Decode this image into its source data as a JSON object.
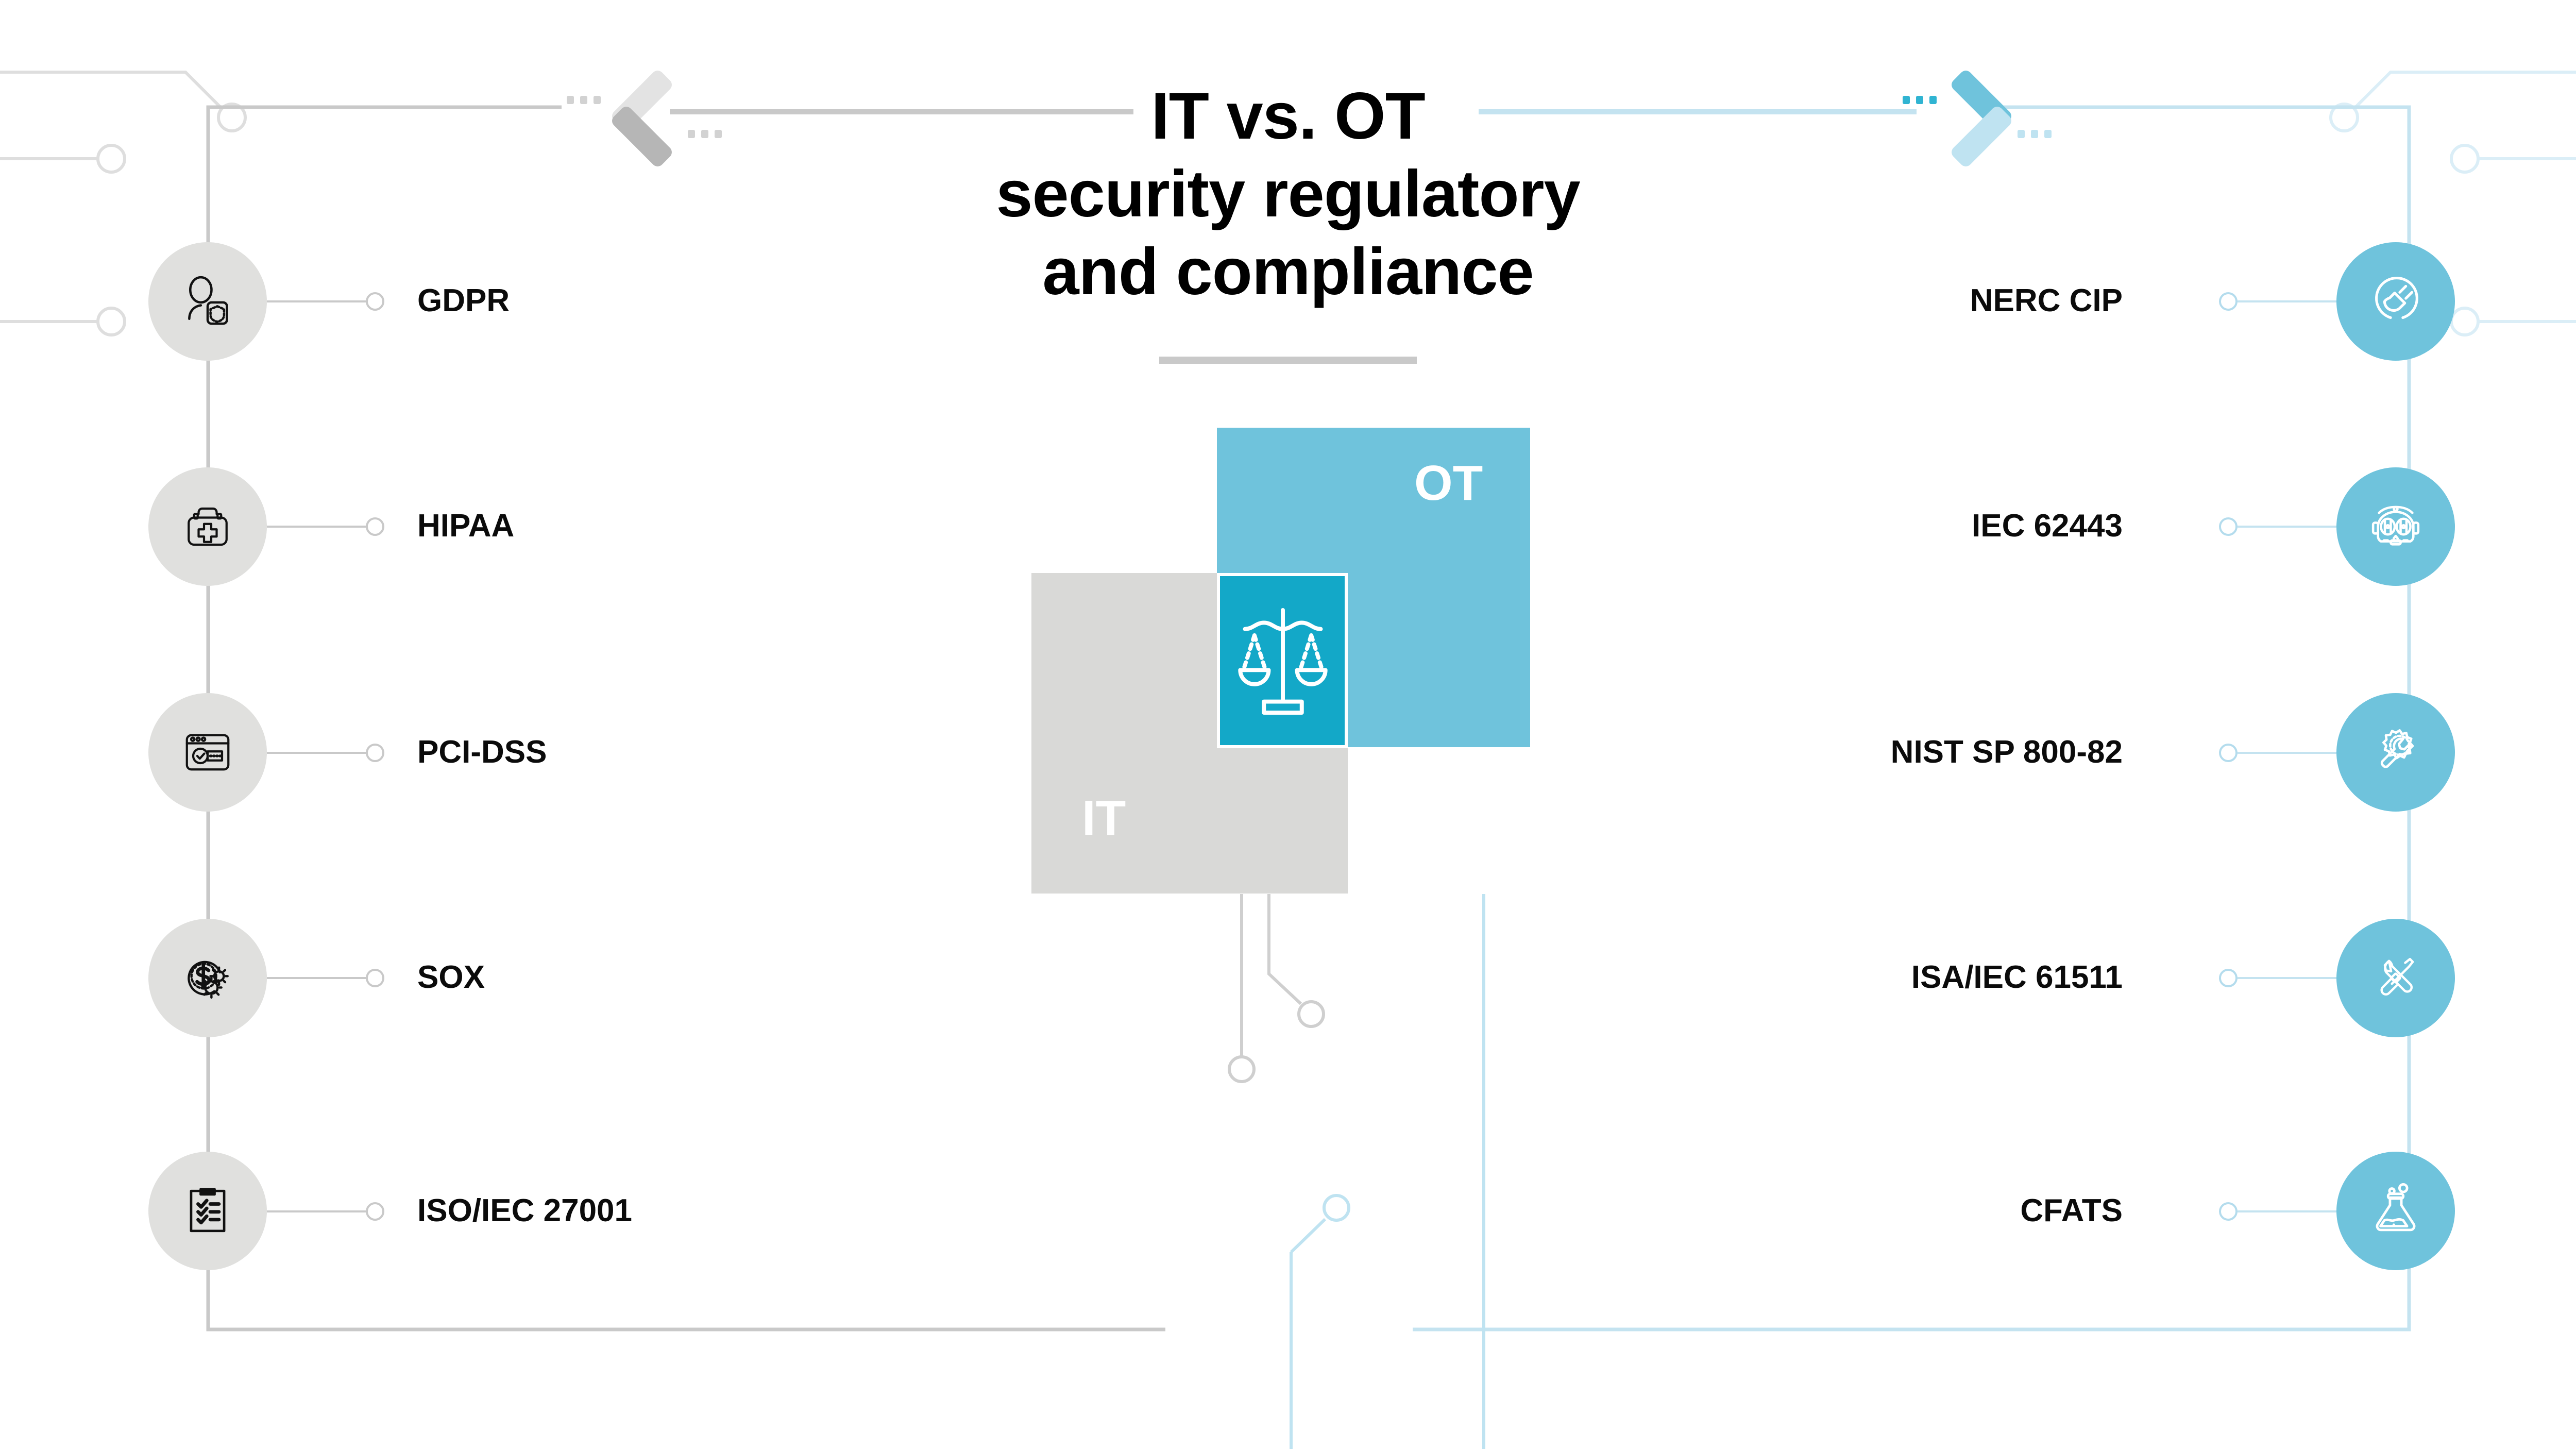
{
  "header": {
    "title_lines": [
      "IT vs. OT",
      "security regulatory",
      "and compliance"
    ],
    "left_chevron_icon": "chevron-left-icon",
    "right_chevron_icon": "chevron-right-icon"
  },
  "center": {
    "it_label": "IT",
    "ot_label": "OT",
    "center_icon": "scales-of-justice-icon",
    "it_color": "#d9d9d7",
    "ot_color": "#6fc3dc",
    "overlap_color": "#13a8c8"
  },
  "colors": {
    "grey": "#e0e0de",
    "grey_line": "#c9c9c9",
    "blue": "#6fc3dc",
    "blue_line": "#c4e3f0",
    "teal": "#13a8c8",
    "text": "#0b0b0b"
  },
  "it_column": {
    "side": "IT",
    "items": [
      {
        "label": "GDPR",
        "icon": "user-shield-icon"
      },
      {
        "label": "HIPAA",
        "icon": "medical-kit-icon"
      },
      {
        "label": "PCI-DSS",
        "icon": "browser-password-check-icon"
      },
      {
        "label": "SOX",
        "icon": "dollar-coin-gears-icon"
      },
      {
        "label": "ISO/IEC 27001",
        "icon": "clipboard-checklist-icon"
      }
    ]
  },
  "ot_column": {
    "side": "OT",
    "items": [
      {
        "label": "NERC CIP",
        "icon": "power-plug-icon"
      },
      {
        "label": "IEC 62443",
        "icon": "robot-head-icon"
      },
      {
        "label": "NIST SP 800-82",
        "icon": "wrench-gear-icon"
      },
      {
        "label": "ISA/IEC 61511",
        "icon": "wrench-screwdriver-icon"
      },
      {
        "label": "CFATS",
        "icon": "chemistry-flask-icon"
      }
    ]
  }
}
